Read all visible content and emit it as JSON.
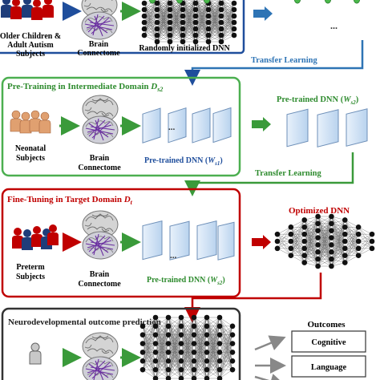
{
  "stage1": {
    "subjects_line1": "Older Children &",
    "subjects_line2": "Adult Autism",
    "subjects_line3": "Subjects",
    "brain_line1": "Brain",
    "brain_line2": "Connectome",
    "dnn_label": "Randomly initialized DNN",
    "transfer_label": "Transfer Learning",
    "dots": "..."
  },
  "stage2": {
    "title_prefix": "Pre-Training in Intermediate Domain",
    "title_var": "D",
    "title_sub": "s2",
    "subjects_line1": "Neonatal",
    "subjects_line2": "Subjects",
    "brain_line1": "Brain",
    "brain_line2": "Connectome",
    "dnn_prefix": "Pre-trained DNN (",
    "dnn_var": "W",
    "dnn_sub": "s1",
    "dnn_suffix": ")",
    "out_prefix": "Pre-trained DNN (",
    "out_var": "W",
    "out_sub": "s2",
    "out_suffix": ")",
    "transfer_label": "Transfer Learning",
    "dots": "..."
  },
  "stage3": {
    "title_prefix": "Fine-Tuning in Target Domain",
    "title_var": "D",
    "title_sub": "t",
    "subjects_line1": "Preterm",
    "subjects_line2": "Subjects",
    "brain_line1": "Brain",
    "brain_line2": "Connectome",
    "dnn_prefix": "Pre-trained DNN (",
    "dnn_var": "W",
    "dnn_sub": "s2",
    "dnn_suffix": ")",
    "out_label": "Optimized DNN",
    "dots": "..."
  },
  "stage4": {
    "title": "Neurodevelopmental outcome prediction",
    "outcomes_title": "Outcomes",
    "outcomes": [
      "Cognitive",
      "Language"
    ]
  },
  "colors": {
    "blue": "#1f4e9c",
    "transfer_blue": "#2e74b5",
    "green": "#3a9a3a",
    "green_text": "#2e8b2e",
    "red": "#c00000",
    "dark": "#333333",
    "dnn_blue": "#2e75b6"
  }
}
